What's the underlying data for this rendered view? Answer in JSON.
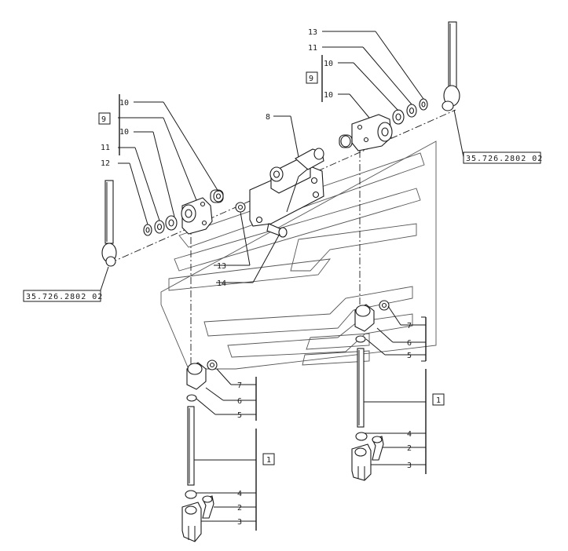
{
  "callouts": {
    "p1": "1",
    "p2": "2",
    "p3": "3",
    "p4": "4",
    "p5": "5",
    "p6": "6",
    "p7": "7",
    "p8": "8",
    "p9": "9",
    "p10": "10",
    "p11": "11",
    "p12": "12",
    "p13": "13",
    "p14": "14"
  },
  "references": {
    "left": "35.726.2802 02",
    "right": "35.726.2802 02"
  }
}
